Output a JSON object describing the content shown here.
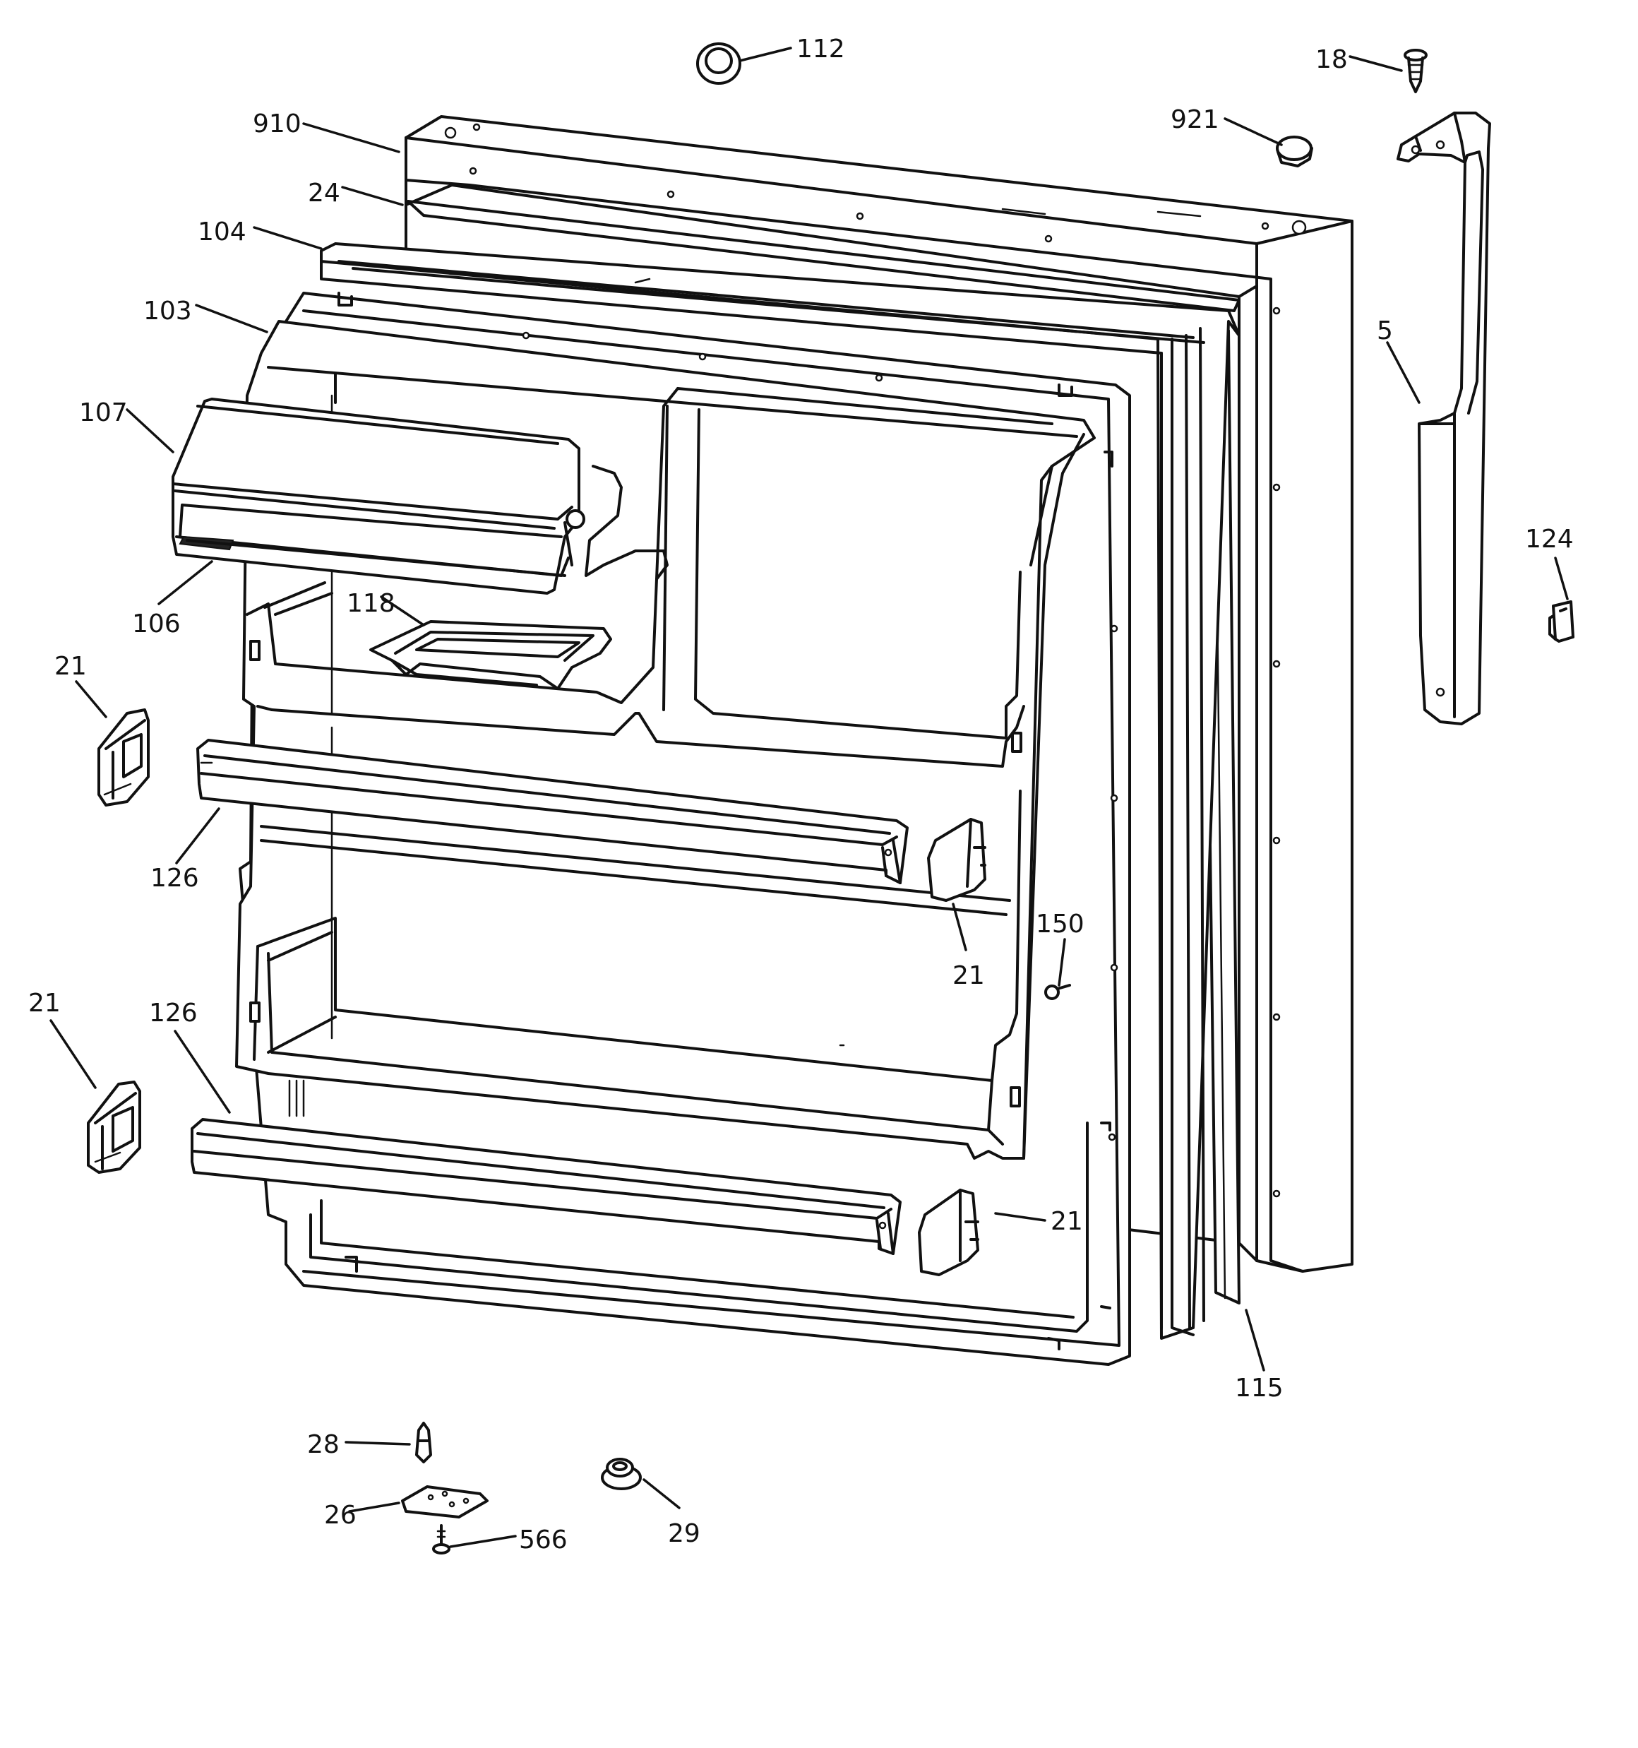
{
  "callouts": [
    {
      "id": "c112",
      "text": "112"
    },
    {
      "id": "c18",
      "text": "18"
    },
    {
      "id": "c910",
      "text": "910"
    },
    {
      "id": "c921",
      "text": "921"
    },
    {
      "id": "c24",
      "text": "24"
    },
    {
      "id": "c104",
      "text": "104"
    },
    {
      "id": "c103",
      "text": "103"
    },
    {
      "id": "c5",
      "text": "5"
    },
    {
      "id": "c107",
      "text": "107"
    },
    {
      "id": "c124",
      "text": "124"
    },
    {
      "id": "c106",
      "text": "106"
    },
    {
      "id": "c118",
      "text": "118"
    },
    {
      "id": "c21a",
      "text": "21"
    },
    {
      "id": "c126a",
      "text": "126"
    },
    {
      "id": "c150",
      "text": "150"
    },
    {
      "id": "c21b",
      "text": "21"
    },
    {
      "id": "c21c",
      "text": "21"
    },
    {
      "id": "c126b",
      "text": "126"
    },
    {
      "id": "c21d",
      "text": "21"
    },
    {
      "id": "c115",
      "text": "115"
    },
    {
      "id": "c28",
      "text": "28"
    },
    {
      "id": "c26",
      "text": "26"
    },
    {
      "id": "c566",
      "text": "566"
    },
    {
      "id": "c29",
      "text": "29"
    }
  ]
}
